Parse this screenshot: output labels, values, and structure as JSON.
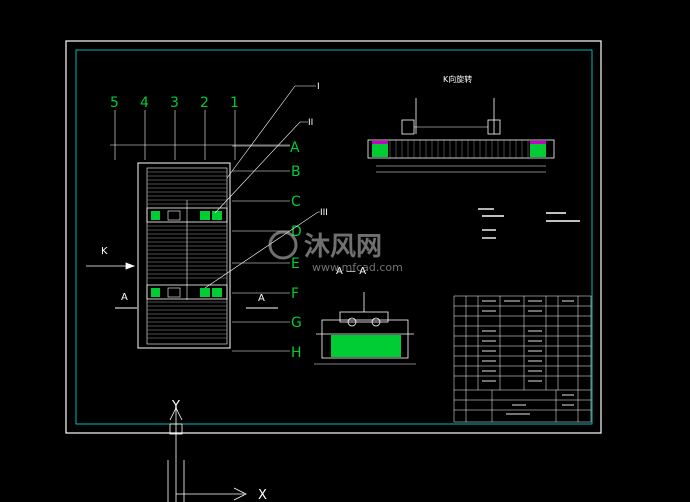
{
  "drawing": {
    "view_title": "K向旋转",
    "section_label_a": "A",
    "view_arrow_label": "K",
    "section_center_label": "A — A",
    "axis_numbers": [
      "5",
      "4",
      "3",
      "2",
      "1"
    ],
    "row_letters": [
      "A",
      "B",
      "C",
      "D",
      "E",
      "F",
      "G",
      "H"
    ],
    "roman_labels": [
      "I",
      "II",
      "III"
    ],
    "axis_x": "X",
    "axis_y": "Y"
  },
  "watermark": {
    "brand": "沐风网",
    "url": "www.mfcad.com"
  },
  "colors": {
    "frame": "#ffffff",
    "inner_frame": "#00e5e5",
    "green": "#00cc33",
    "magenta": "#cc00cc",
    "lines": "#ffffff"
  }
}
